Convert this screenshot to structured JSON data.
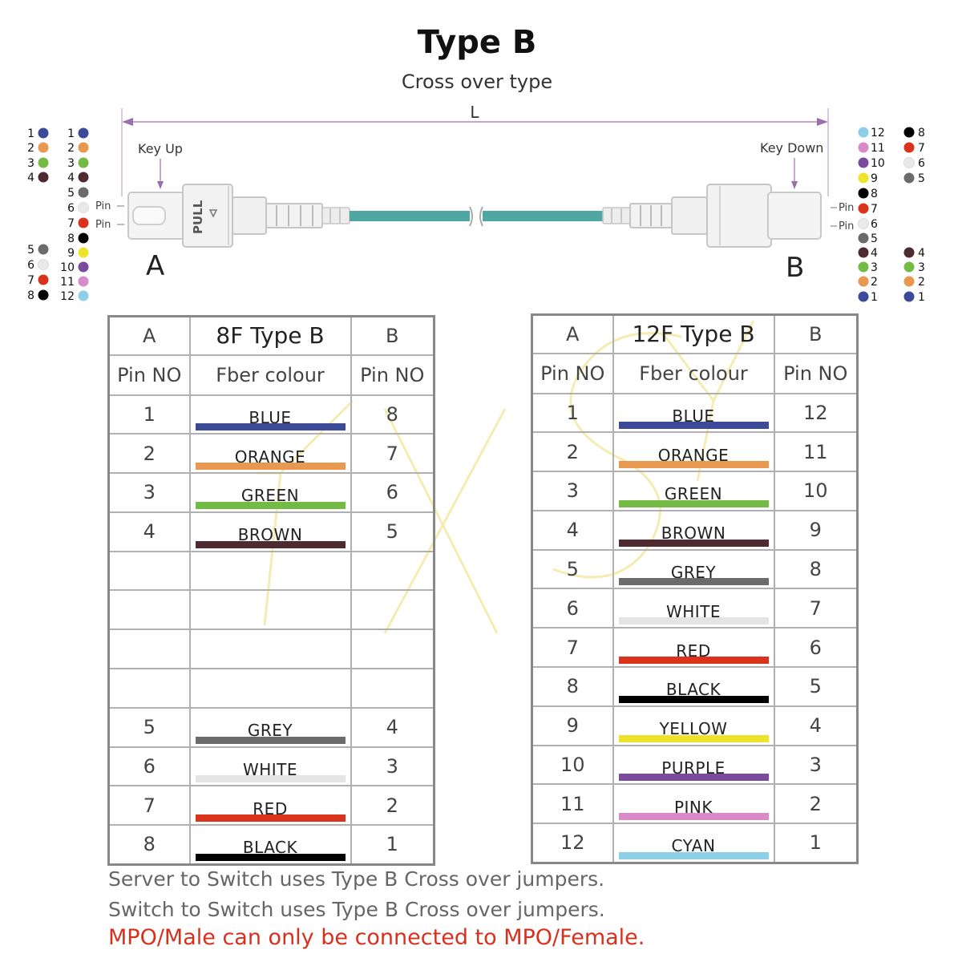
{
  "title": "Type B",
  "subtitle": "Cross over type",
  "cable": {
    "length_label": "L",
    "key_up_label": "Key Up",
    "key_down_label": "Key Down",
    "pull_label": "PULL",
    "pin_label": "Pin",
    "end_a_label": "A",
    "end_b_label": "B"
  },
  "fiber_colors": {
    "1": "#3c4a98",
    "2": "#e8994f",
    "3": "#74bb45",
    "4": "#4e2a31",
    "5": "#6b6b6b",
    "6": "#e9e9e9",
    "7": "#d9331c",
    "8": "#000000",
    "9": "#ece32a",
    "10": "#7a4a9c",
    "11": "#d98bc9",
    "12": "#8ccfe6"
  },
  "pinouts": {
    "far_left": [
      "1",
      "2",
      "3",
      "4",
      "5",
      "6",
      "7",
      "8"
    ],
    "left_a": [
      "1",
      "2",
      "3",
      "4",
      "5",
      "6",
      "7",
      "8",
      "9",
      "10",
      "11",
      "12"
    ],
    "right_b": [
      "12",
      "11",
      "10",
      "9",
      "8",
      "7",
      "6",
      "5",
      "4",
      "3",
      "2",
      "1"
    ],
    "far_right": [
      "8",
      "7",
      "6",
      "5",
      "4",
      "3",
      "2",
      "1"
    ]
  },
  "table_8f": {
    "col_a": "A",
    "title": "8F Type B",
    "col_b": "B",
    "sub_a": "Pin NO",
    "sub_colour": "Fber colour",
    "sub_b": "Pin NO",
    "rows": [
      {
        "a": "1",
        "colour": "BLUE",
        "b": "8",
        "hex": "#3c4a98"
      },
      {
        "a": "2",
        "colour": "ORANGE",
        "b": "7",
        "hex": "#e8994f"
      },
      {
        "a": "3",
        "colour": "GREEN",
        "b": "6",
        "hex": "#74bb45"
      },
      {
        "a": "4",
        "colour": "BROWN",
        "b": "5",
        "hex": "#4e2a31"
      },
      {
        "a": "",
        "colour": "",
        "b": "",
        "hex": ""
      },
      {
        "a": "",
        "colour": "",
        "b": "",
        "hex": ""
      },
      {
        "a": "",
        "colour": "",
        "b": "",
        "hex": ""
      },
      {
        "a": "",
        "colour": "",
        "b": "",
        "hex": ""
      },
      {
        "a": "5",
        "colour": "GREY",
        "b": "4",
        "hex": "#6b6b6b"
      },
      {
        "a": "6",
        "colour": "WHITE",
        "b": "3",
        "hex": "#e4e4e4"
      },
      {
        "a": "7",
        "colour": "RED",
        "b": "2",
        "hex": "#d9331c"
      },
      {
        "a": "8",
        "colour": "BLACK",
        "b": "1",
        "hex": "#000000"
      }
    ]
  },
  "table_12f": {
    "col_a": "A",
    "title": "12F Type B",
    "col_b": "B",
    "sub_a": "Pin NO",
    "sub_colour": "Fber colour",
    "sub_b": "Pin NO",
    "rows": [
      {
        "a": "1",
        "colour": "BLUE",
        "b": "12",
        "hex": "#3c4a98"
      },
      {
        "a": "2",
        "colour": "ORANGE",
        "b": "11",
        "hex": "#e8994f"
      },
      {
        "a": "3",
        "colour": "GREEN",
        "b": "10",
        "hex": "#74bb45"
      },
      {
        "a": "4",
        "colour": "BROWN",
        "b": "9",
        "hex": "#4e2a31"
      },
      {
        "a": "5",
        "colour": "GREY",
        "b": "8",
        "hex": "#6b6b6b"
      },
      {
        "a": "6",
        "colour": "WHITE",
        "b": "7",
        "hex": "#e4e4e4"
      },
      {
        "a": "7",
        "colour": "RED",
        "b": "6",
        "hex": "#d9331c"
      },
      {
        "a": "8",
        "colour": "BLACK",
        "b": "5",
        "hex": "#000000"
      },
      {
        "a": "9",
        "colour": "YELLOW",
        "b": "4",
        "hex": "#ece32a"
      },
      {
        "a": "10",
        "colour": "PURPLE",
        "b": "3",
        "hex": "#7a4a9c"
      },
      {
        "a": "11",
        "colour": "PINK",
        "b": "2",
        "hex": "#d98bc9"
      },
      {
        "a": "12",
        "colour": "CYAN",
        "b": "1",
        "hex": "#8ccfe6"
      }
    ]
  },
  "notes": [
    "Server to Switch uses Type B Cross over  jumpers.",
    "Switch to Switch uses Type B Cross over  jumpers.",
    "MPO/Male can only be connected to MPO/Female."
  ],
  "cable_color": "#4fa7a4"
}
